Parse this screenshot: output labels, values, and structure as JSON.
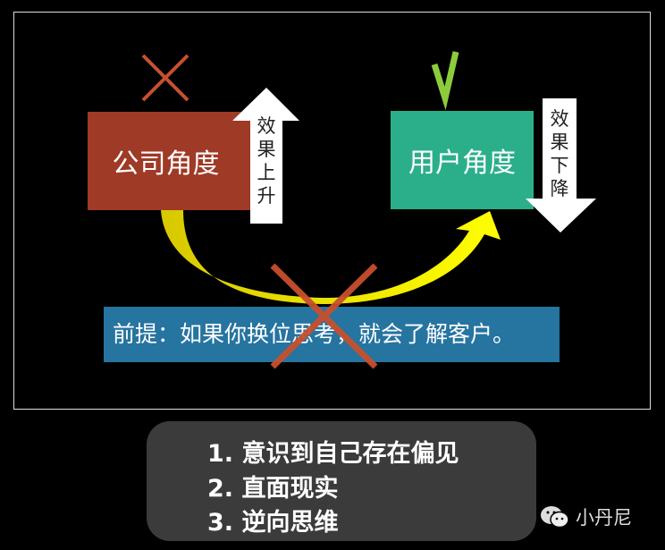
{
  "diagram": {
    "company_box": "公司角度",
    "user_box": "用户角度",
    "company_arrow": "效果上升",
    "user_arrow": "效果下降",
    "premise": "前提：如果你换位思考，就会了解客户。",
    "colors": {
      "company": "#9e3a26",
      "user": "#2baf8b",
      "premise": "#2674a0",
      "curve": "#f0e000",
      "cross": "#c8502e",
      "check": "#8ccc3c"
    }
  },
  "steps": [
    "1. 意识到自己存在偏见",
    "2. 直面现实",
    "3. 逆向思维"
  ],
  "watermark": "小丹尼"
}
